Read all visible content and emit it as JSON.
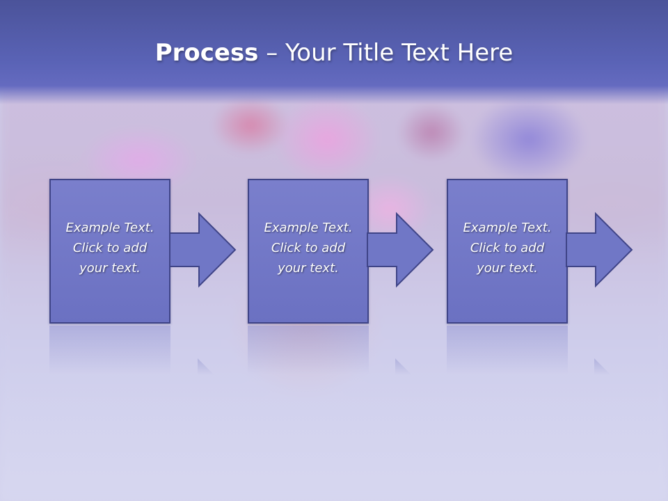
{
  "slide": {
    "title_bold": "Process",
    "title_rest": " – Your Title Text Here",
    "steps": [
      {
        "text": "Example Text.\nClick  to add\nyour text."
      },
      {
        "text": "Example Text.\nClick  to add\nyour text."
      },
      {
        "text": "Example Text.\nClick  to add\nyour text."
      }
    ]
  },
  "colors": {
    "title_band": "#5a63b6",
    "box_fill": "#7077c6",
    "box_border": "#3f4487",
    "text": "#ffffff"
  },
  "icons": [
    "arrow-right-icon"
  ]
}
